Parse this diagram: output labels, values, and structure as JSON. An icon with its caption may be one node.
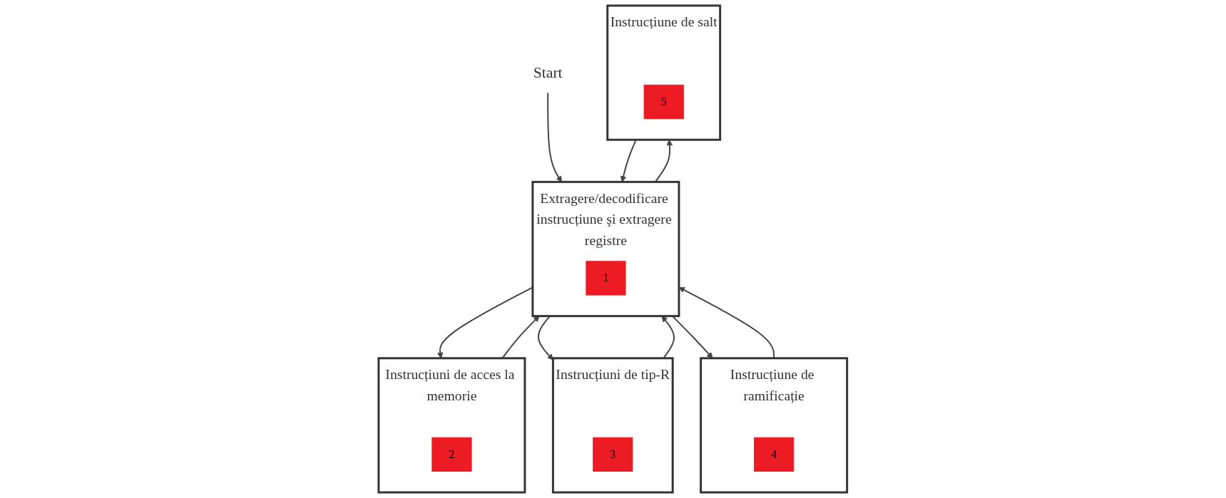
{
  "diagram": {
    "nodes": [
      {
        "text": [
          "Start"
        ]
      },
      {
        "text": [
          "Extragere/decodificare instrucțiune şi extragere registre"
        ]
      },
      {
        "text": [
          "1"
        ],
        "in": 1
      },
      {
        "text": [
          "Instrucțiuni de acces la memorie"
        ]
      },
      {
        "text": [
          "2"
        ],
        "in": 3
      },
      {
        "text": [
          "Instrucțiuni de tip-R"
        ]
      },
      {
        "text": [
          "3"
        ],
        "in": 5
      },
      {
        "text": [
          "Instrucțiune de ramificație"
        ]
      },
      {
        "text": [
          "4"
        ],
        "in": 7
      },
      {
        "text": [
          "Instrucțiune de salt"
        ]
      },
      {
        "text": [
          "5"
        ],
        "in": 9
      }
    ],
    "edges": [
      {
        "from": 0,
        "to": 1,
        "arrow": "to"
      },
      {
        "from": 1,
        "to": 3,
        "arrow": "to"
      },
      {
        "from": 1,
        "to": 5,
        "arrow": "to"
      },
      {
        "from": 1,
        "to": 7,
        "arrow": "to"
      },
      {
        "from": 1,
        "to": 9,
        "arrow": "to"
      },
      {
        "from": 3,
        "to": 1,
        "arrow": "to"
      },
      {
        "from": 5,
        "to": 1,
        "arrow": "to"
      },
      {
        "from": 7,
        "to": 1,
        "arrow": "to"
      },
      {
        "from": 9,
        "to": 1,
        "arrow": "to"
      }
    ]
  }
}
